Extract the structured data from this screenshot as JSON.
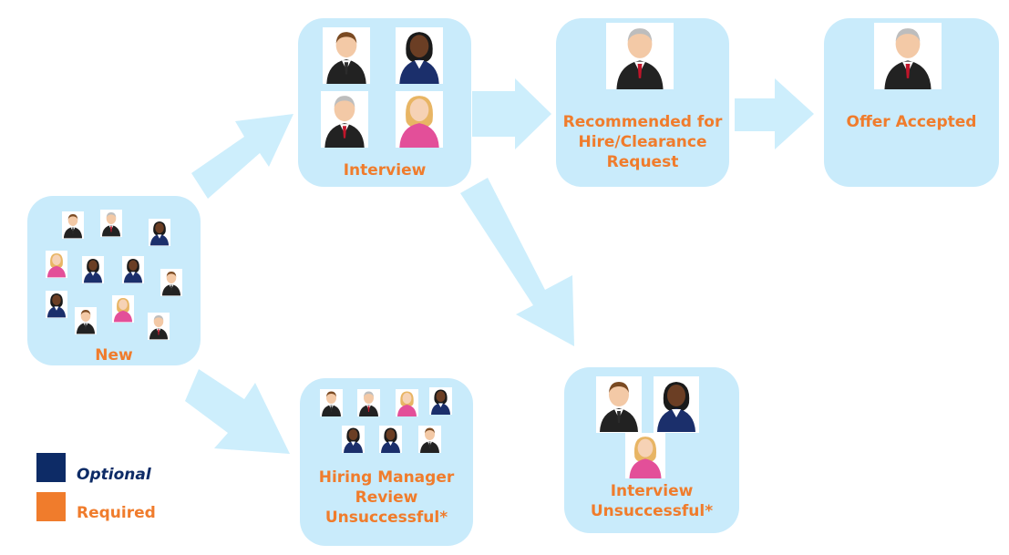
{
  "stages": {
    "new": {
      "label": "New"
    },
    "interview": {
      "label": "Interview"
    },
    "recommended": {
      "label": "Recommended for\nHire/Clearance\nRequest"
    },
    "offer_accepted": {
      "label": "Offer Accepted"
    },
    "hiring_manager_unsuccessful": {
      "label": "Hiring Manager\nReview\nUnsuccessful*"
    },
    "interview_unsuccessful": {
      "label": "Interview\nUnsuccessful*"
    }
  },
  "legend": {
    "optional": {
      "label": "Optional",
      "color": "#0d2b66"
    },
    "required": {
      "label": "Required",
      "color": "#f07c2c"
    }
  },
  "colors": {
    "stage_fill": "#c9ebfb",
    "arrow_fill": "#cdeefc",
    "stage_label": "#f07c2c"
  }
}
